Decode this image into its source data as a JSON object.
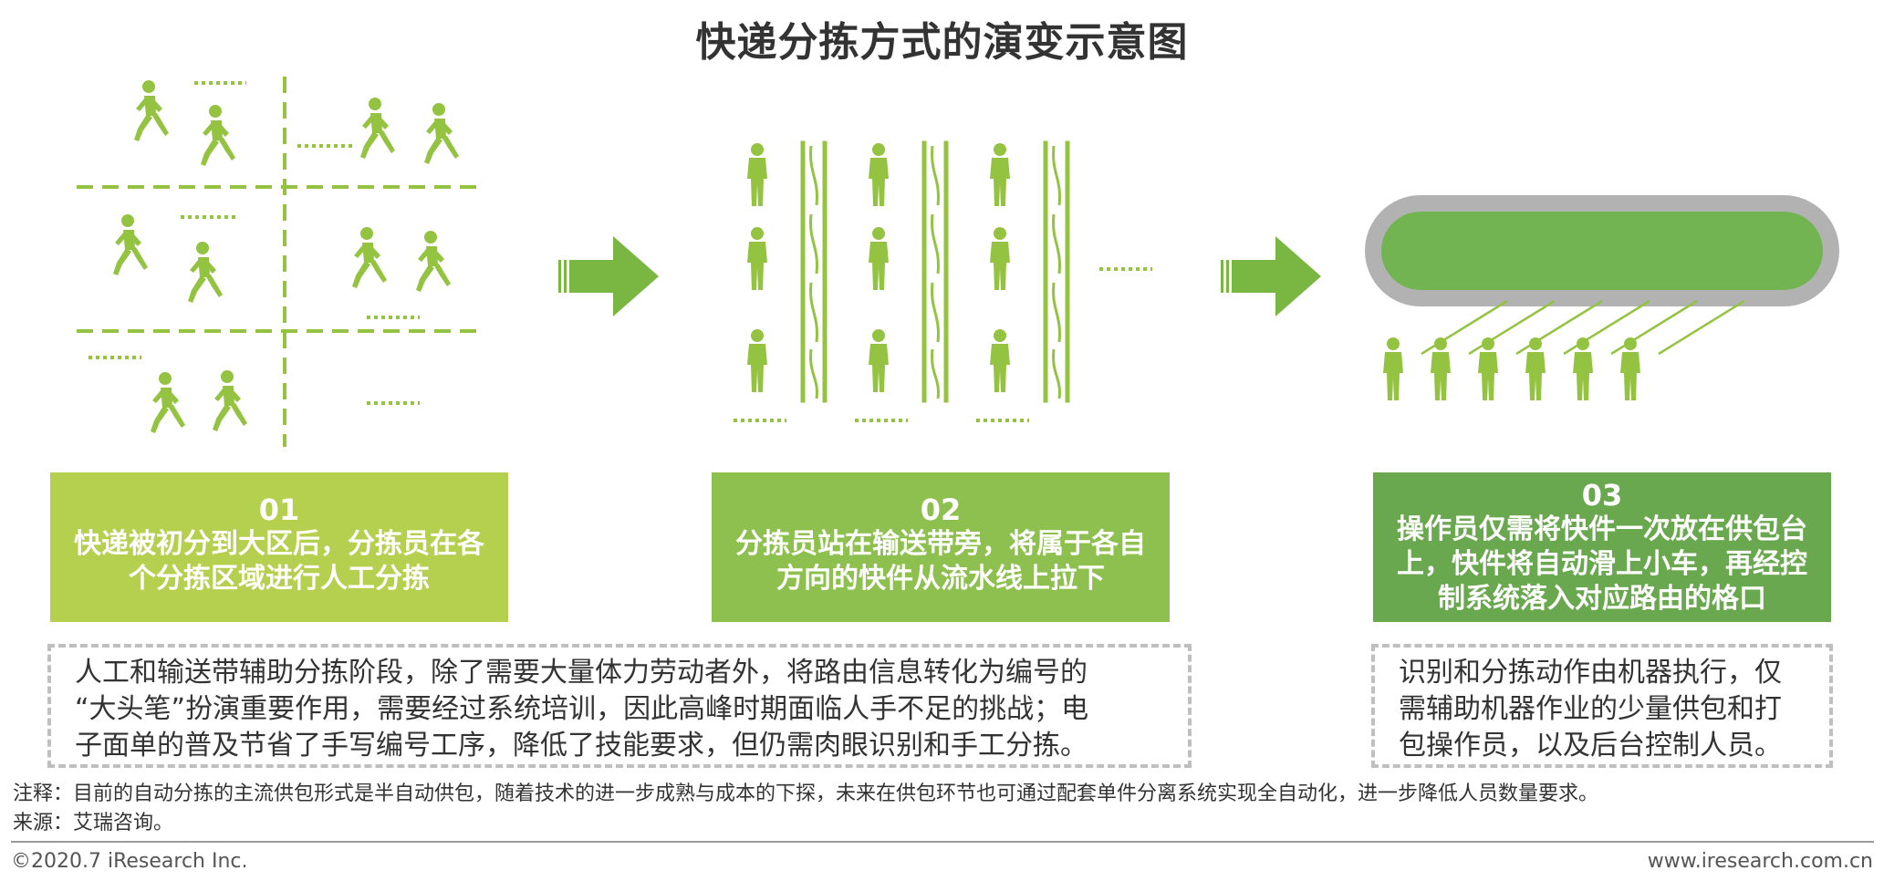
{
  "title": "快递分拣方式的演变示意图",
  "colors": {
    "stage1": "#b5cf4e",
    "stage2": "#8dc04e",
    "stage3": "#6aa84f",
    "figure": "#94c341",
    "arrow": "#79b642",
    "dashed_border": "#bfbfbf"
  },
  "stages": [
    {
      "number": "01",
      "lines": [
        "快递被初分到大区后，分拣员在各",
        "个分拣区域进行人工分拣"
      ]
    },
    {
      "number": "02",
      "lines": [
        "分拣员站在输送带旁，将属于各自",
        "方向的快件从流水线上拉下"
      ]
    },
    {
      "number": "03",
      "lines": [
        "操作员仅需将快件一次放在供包台",
        "上，快件将自动滑上小车，再经控",
        "制系统落入对应路由的格口"
      ]
    }
  ],
  "notes": {
    "left": [
      "人工和输送带辅助分拣阶段，除了需要大量体力劳动者外，将路由信息转化为编号的",
      "“大头笔”扮演重要作用，需要经过系统培训，因此高峰时期面临人手不足的挑战；电",
      "子面单的普及节省了手写编号工序，降低了技能要求，但仍需肉眼识别和手工分拣。"
    ],
    "right": [
      "识别和分拣动作由机器执行，仅",
      "需辅助机器作业的少量供包和打",
      "包操作员，以及后台控制人员。"
    ]
  },
  "icons": [
    "walking-person-icon",
    "standing-person-icon",
    "conveyor-belt-icon",
    "sorter-loop-icon",
    "right-arrow-icon"
  ],
  "footnote": "注释：目前的自动分拣的主流供包形式是半自动供包，随着技术的进一步成熟与成本的下探，未来在供包环节也可通过配套单件分离系统实现全自动化，进一步降低人员数量要求。",
  "source": "来源：艾瑞咨询。",
  "copyright": "©2020.7 iResearch Inc.",
  "website": "www.iresearch.com.cn"
}
